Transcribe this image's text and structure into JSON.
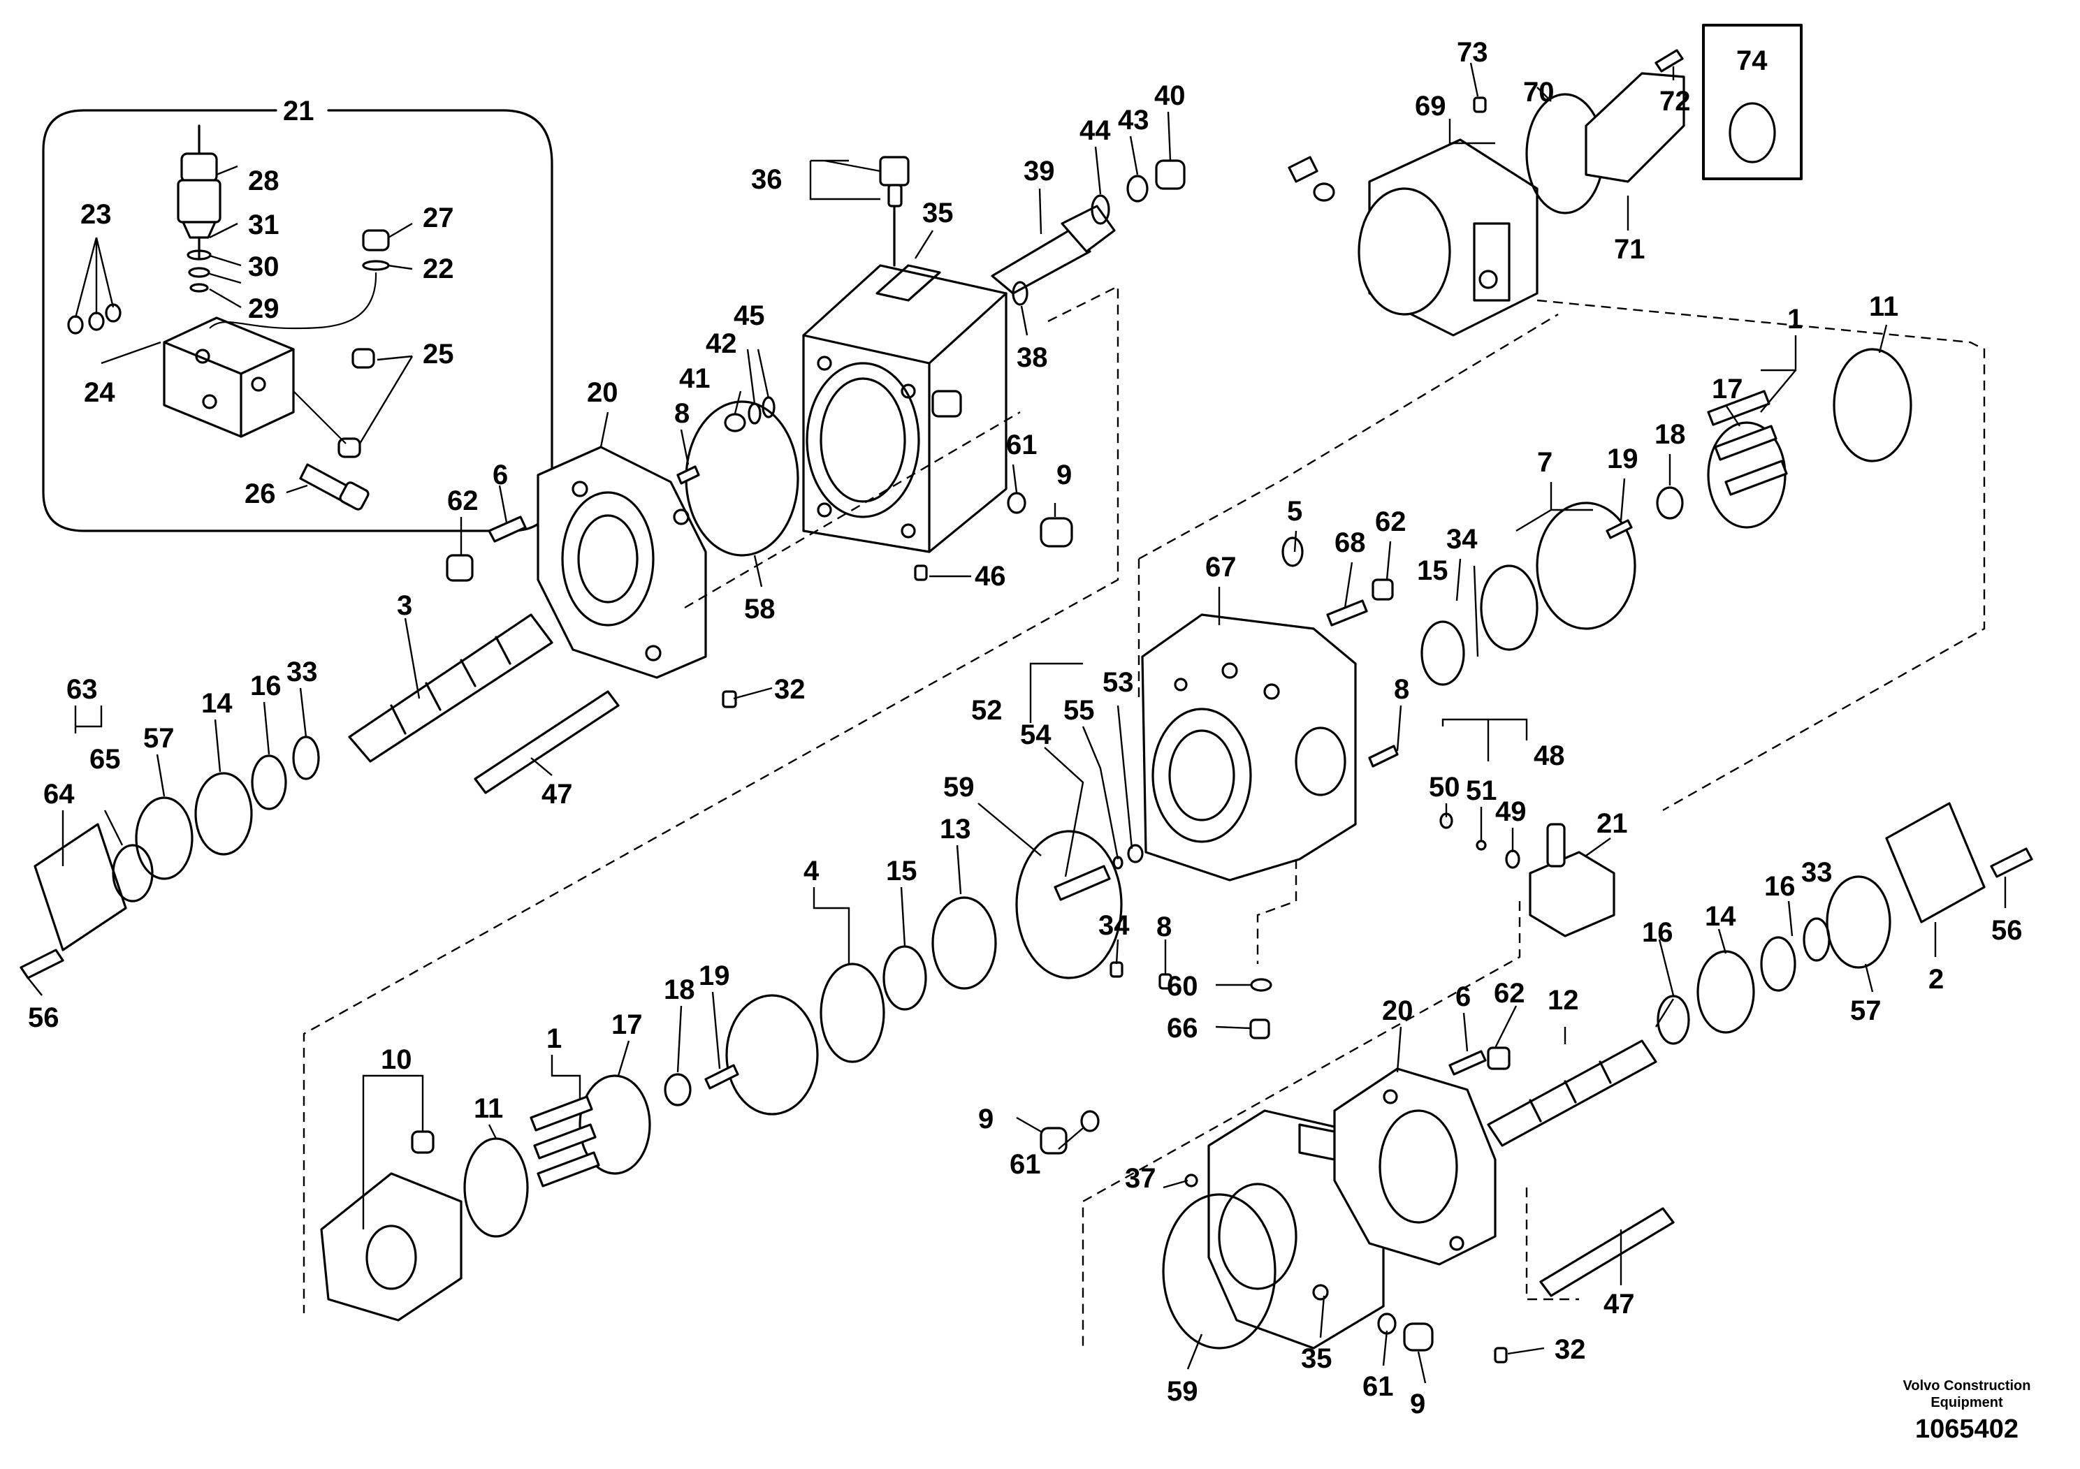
{
  "diagram": {
    "part_callouts": [
      "21",
      "28",
      "31",
      "30",
      "29",
      "27",
      "22",
      "23",
      "24",
      "25",
      "26",
      "36",
      "35",
      "39",
      "44",
      "43",
      "40",
      "38",
      "42",
      "45",
      "41",
      "61",
      "9",
      "20",
      "8",
      "62",
      "6",
      "58",
      "46",
      "73",
      "69",
      "70",
      "72",
      "74",
      "71",
      "11",
      "1",
      "17",
      "18",
      "19",
      "7",
      "34",
      "15",
      "5",
      "68",
      "62",
      "67",
      "3",
      "63",
      "57",
      "14",
      "16",
      "33",
      "64",
      "65",
      "56",
      "47",
      "32",
      "52",
      "55",
      "53",
      "54",
      "59",
      "13",
      "15",
      "4",
      "19",
      "18",
      "17",
      "1",
      "11",
      "10",
      "8",
      "50",
      "51",
      "48",
      "49",
      "21",
      "34",
      "8",
      "60",
      "66",
      "16",
      "33",
      "14",
      "2",
      "57",
      "56",
      "16",
      "62",
      "6",
      "12",
      "20",
      "9",
      "61",
      "37",
      "59",
      "35",
      "61",
      "9",
      "47",
      "32"
    ]
  },
  "footer": {
    "company_line1": "Volvo Construction",
    "company_line2": "Equipment",
    "illustration_number": "1065402"
  }
}
